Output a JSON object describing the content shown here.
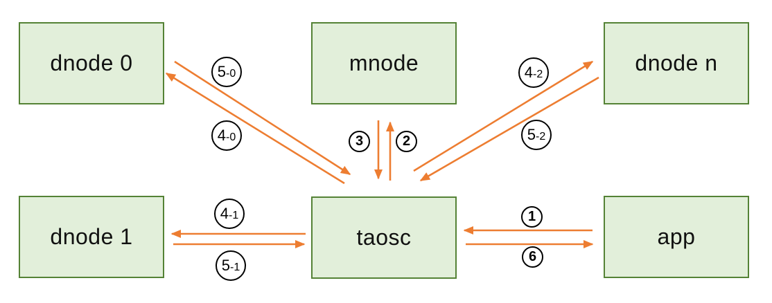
{
  "diagram": {
    "description": "architecture flow diagram with six nodes and numbered request/response arrows",
    "background": "#ffffff"
  },
  "colors": {
    "node_fill": "#e2efda",
    "node_border": "#548235",
    "arrow": "#ed7d31",
    "label_circle_border": "#000000",
    "label_text": "#000000",
    "node_text": "#111111"
  },
  "nodes": [
    {
      "id": "dnode0",
      "label": "dnode 0"
    },
    {
      "id": "mnode",
      "label": "mnode"
    },
    {
      "id": "dnoden",
      "label": "dnode n"
    },
    {
      "id": "dnode1",
      "label": "dnode 1"
    },
    {
      "id": "taosc",
      "label": "taosc"
    },
    {
      "id": "app",
      "label": "app"
    }
  ],
  "edges": [
    {
      "from": "app",
      "to": "taosc",
      "label": "1",
      "main": "1",
      "suffix": ""
    },
    {
      "from": "taosc",
      "to": "mnode",
      "label": "2",
      "main": "2",
      "suffix": ""
    },
    {
      "from": "mnode",
      "to": "taosc",
      "label": "3",
      "main": "3",
      "suffix": ""
    },
    {
      "from": "taosc",
      "to": "dnode0",
      "label": "4-0",
      "main": "4",
      "suffix": "-0"
    },
    {
      "from": "dnode0",
      "to": "taosc",
      "label": "5-0",
      "main": "5",
      "suffix": "-0"
    },
    {
      "from": "taosc",
      "to": "dnode1",
      "label": "4-1",
      "main": "4",
      "suffix": "-1"
    },
    {
      "from": "dnode1",
      "to": "taosc",
      "label": "5-1",
      "main": "5",
      "suffix": "-1"
    },
    {
      "from": "taosc",
      "to": "dnoden",
      "label": "4-2",
      "main": "4",
      "suffix": "-2"
    },
    {
      "from": "dnoden",
      "to": "taosc",
      "label": "5-2",
      "main": "5",
      "suffix": "-2"
    },
    {
      "from": "taosc",
      "to": "app",
      "label": "6",
      "main": "6",
      "suffix": ""
    }
  ]
}
